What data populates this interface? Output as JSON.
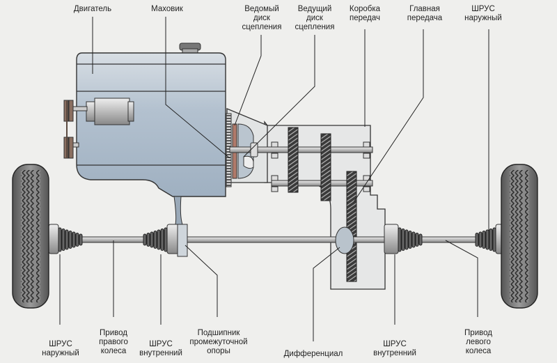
{
  "title": "Схема трансмиссии переднеприводного автомобиля",
  "labels_top": [
    {
      "id": "engine",
      "text": "Двигатель"
    },
    {
      "id": "flywheel",
      "text": "Маховик"
    },
    {
      "id": "driven-disc",
      "text": "Ведомый диск сцепления",
      "lines": [
        "Ведомый",
        "диск",
        "сцепления"
      ]
    },
    {
      "id": "drive-disc",
      "text": "Ведущий диск сцепления",
      "lines": [
        "Ведущий",
        "диск",
        "сцепления"
      ]
    },
    {
      "id": "gearbox",
      "text": "Коробка передач",
      "lines": [
        "Коробка",
        "передач"
      ]
    },
    {
      "id": "main-gear",
      "text": "Главная передача",
      "lines": [
        "Главная",
        "передача"
      ]
    },
    {
      "id": "cv-outer-right-top",
      "text": "ШРУС наружный",
      "lines": [
        "ШРУС",
        "наружный"
      ]
    }
  ],
  "labels_bottom": [
    {
      "id": "cv-outer-left",
      "lines": [
        "ШРУС",
        "наружный"
      ]
    },
    {
      "id": "right-wheel-drive",
      "lines": [
        "Привод",
        "правого",
        "колеса"
      ]
    },
    {
      "id": "cv-inner-left",
      "lines": [
        "ШРУС",
        "внутренний"
      ]
    },
    {
      "id": "bearing",
      "lines": [
        "Подшипник",
        "промежуточной",
        "опоры"
      ]
    },
    {
      "id": "differential",
      "lines": [
        "Дифференциал"
      ]
    },
    {
      "id": "cv-inner-right",
      "lines": [
        "ШРУС",
        "внутренний"
      ]
    },
    {
      "id": "left-wheel-drive",
      "lines": [
        "Привод",
        "левого",
        "колеса"
      ]
    }
  ],
  "colors": {
    "engine_fill": "#aebccb",
    "outline": "#333333",
    "gear": "#444444",
    "housing": "#e4e6e6",
    "tire": "#6a6a6a",
    "background": "#efefed"
  }
}
